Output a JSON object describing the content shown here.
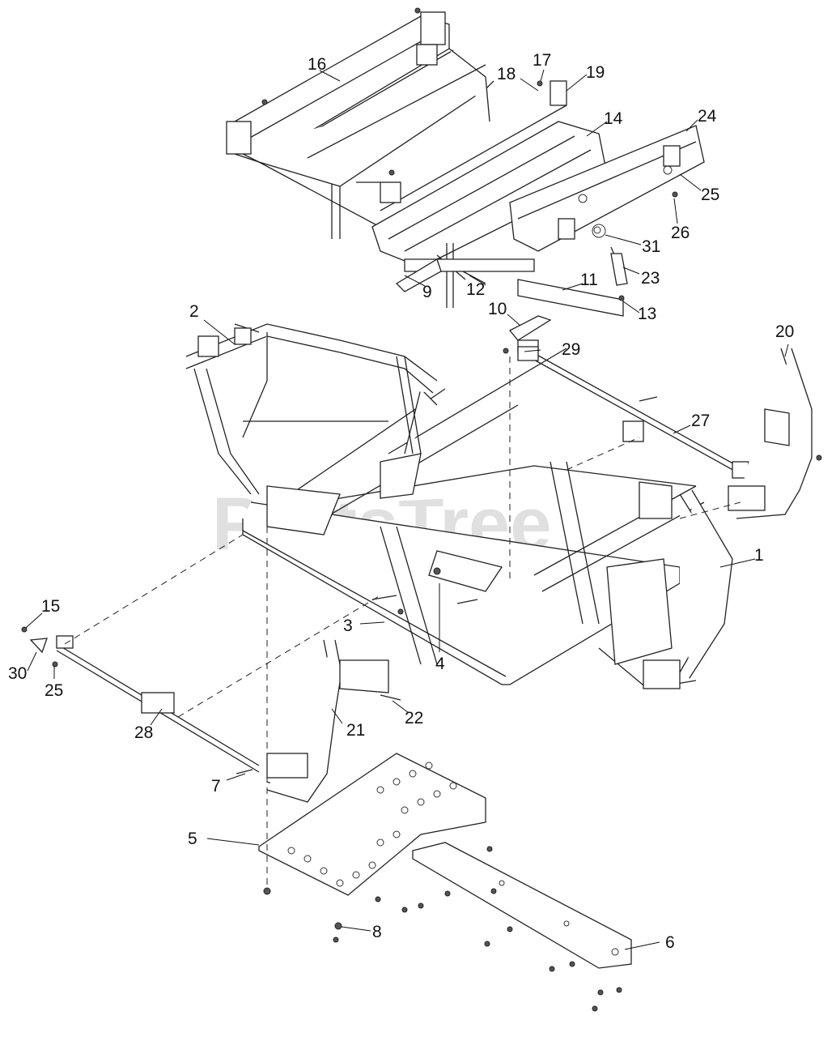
{
  "diagram": {
    "watermark": "PartsTree",
    "callouts": [
      {
        "id": "1",
        "text": "1"
      },
      {
        "id": "2",
        "text": "2"
      },
      {
        "id": "3",
        "text": "3"
      },
      {
        "id": "4",
        "text": "4"
      },
      {
        "id": "5",
        "text": "5"
      },
      {
        "id": "6",
        "text": "6"
      },
      {
        "id": "7",
        "text": "7"
      },
      {
        "id": "8",
        "text": "8"
      },
      {
        "id": "9",
        "text": "9"
      },
      {
        "id": "10",
        "text": "10"
      },
      {
        "id": "11",
        "text": "11"
      },
      {
        "id": "12",
        "text": "12"
      },
      {
        "id": "13",
        "text": "13"
      },
      {
        "id": "14",
        "text": "14"
      },
      {
        "id": "15",
        "text": "15"
      },
      {
        "id": "16",
        "text": "16"
      },
      {
        "id": "17",
        "text": "17"
      },
      {
        "id": "18",
        "text": "18"
      },
      {
        "id": "19",
        "text": "19"
      },
      {
        "id": "20",
        "text": "20"
      },
      {
        "id": "21",
        "text": "21"
      },
      {
        "id": "22",
        "text": "22"
      },
      {
        "id": "23",
        "text": "23"
      },
      {
        "id": "24",
        "text": "24"
      },
      {
        "id": "25a",
        "text": "25"
      },
      {
        "id": "25b",
        "text": "25"
      },
      {
        "id": "26",
        "text": "26"
      },
      {
        "id": "27",
        "text": "27"
      },
      {
        "id": "28",
        "text": "28"
      },
      {
        "id": "29",
        "text": "29"
      },
      {
        "id": "30",
        "text": "30"
      },
      {
        "id": "31",
        "text": "31"
      }
    ]
  }
}
